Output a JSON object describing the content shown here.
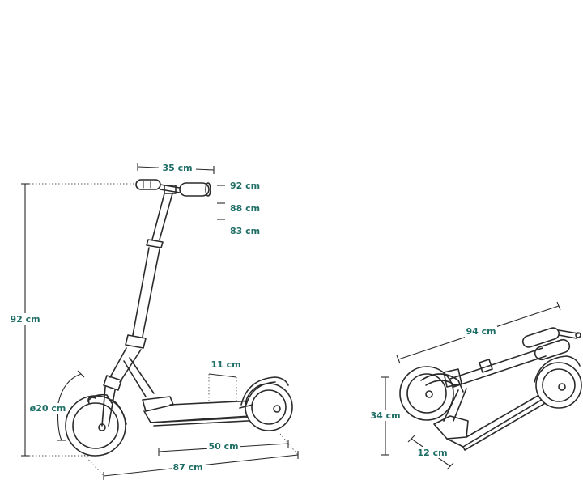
{
  "diagram": {
    "accent_color": "#1f6e66",
    "line_color": "#2a2a2a",
    "unfolded": {
      "handlebar_width": "35 cm",
      "height_settings": [
        "92 cm",
        "88 cm",
        "83 cm"
      ],
      "total_height": "92 cm",
      "wheel_diameter": "ø20 cm",
      "deck_height": "11 cm",
      "deck_length": "50 cm",
      "total_length": "87 cm"
    },
    "folded": {
      "length": "94 cm",
      "height": "34 cm",
      "width": "12 cm"
    }
  }
}
